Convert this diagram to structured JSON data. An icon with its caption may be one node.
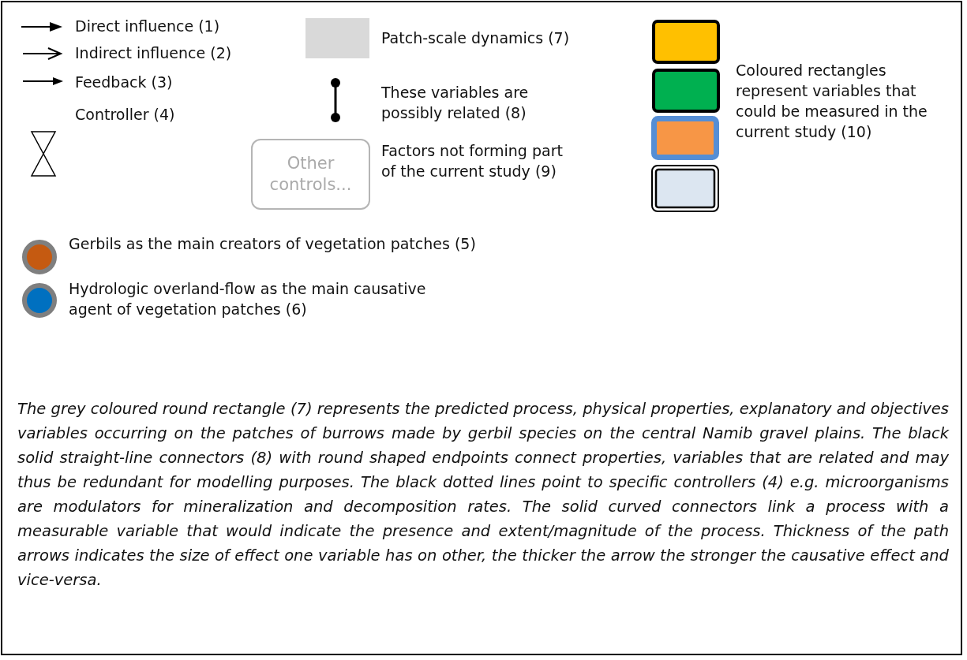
{
  "diagram": {
    "caption": "The grey coloured round rectangle (7) represents the predicted process, physical properties, explanatory and objectives variables occurring on the patches of burrows made by gerbil species on the central Namib gravel plains. The black solid straight-line connectors (8) with round shaped endpoints connect properties, variables that are related and may thus be redundant for modelling purposes. The black dotted lines point to specific controllers (4) e.g. microorganisms are modulators for mineralization and decomposition rates. The solid curved connectors link a process with a measurable variable that would indicate the presence and extent/magnitude of the process. Thickness of the path arrows indicates the size of effect one variable has on other, the thicker the arrow the stronger the causative effect and vice-versa.",
    "nodes": [
      {
        "text": [
          "Other controls..."
        ]
      }
    ],
    "legend": [
      {
        "text": "Direct influence (1)"
      },
      {
        "text": "Indirect influence (2)"
      },
      {
        "text": "Feedback (3)"
      },
      {
        "text": "Controller (4)"
      },
      {
        "text": "Gerbils as the main creators of vegetation patches (5)"
      },
      {
        "text": "Hydrologic overland-flow as the main causative agent of vegetation patches (6)"
      },
      {
        "text": "Patch-scale dynamics (7)",
        "color": "#d9d9d9"
      },
      {
        "text": "These variables are possibly related (8)"
      },
      {
        "text": "Factors not forming part of the current study (9)"
      },
      {
        "text": "Coloured rectangles represent variables that could be measured in the current study (10)"
      }
    ]
  }
}
